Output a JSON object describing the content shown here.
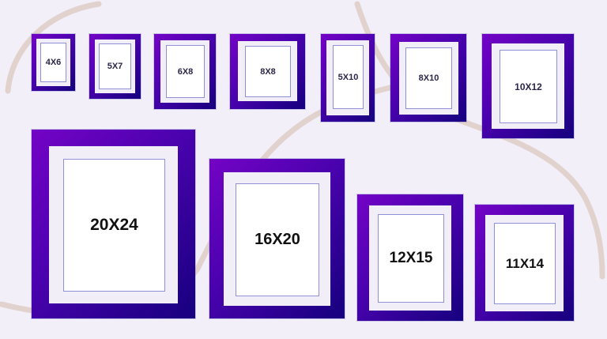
{
  "colors": {
    "background": "#F2EFF9",
    "frame_gradient_start": "#7403C6",
    "frame_gradient_end": "#16007E",
    "mat": "#F1EEF8",
    "photo": "#FFFFFF",
    "photo_border": "#8F90D8",
    "curve": "#E2D2CD"
  },
  "frames": [
    {
      "id": "4x6",
      "label": "4X6"
    },
    {
      "id": "5x7",
      "label": "5X7"
    },
    {
      "id": "6x8",
      "label": "6X8"
    },
    {
      "id": "8x8",
      "label": "8X8"
    },
    {
      "id": "5x10",
      "label": "5X10"
    },
    {
      "id": "8x10",
      "label": "8X10"
    },
    {
      "id": "10x12",
      "label": "10X12"
    },
    {
      "id": "20x24",
      "label": "20X24"
    },
    {
      "id": "16x20",
      "label": "16X20"
    },
    {
      "id": "12x15",
      "label": "12X15"
    },
    {
      "id": "11x14",
      "label": "11X14"
    }
  ]
}
